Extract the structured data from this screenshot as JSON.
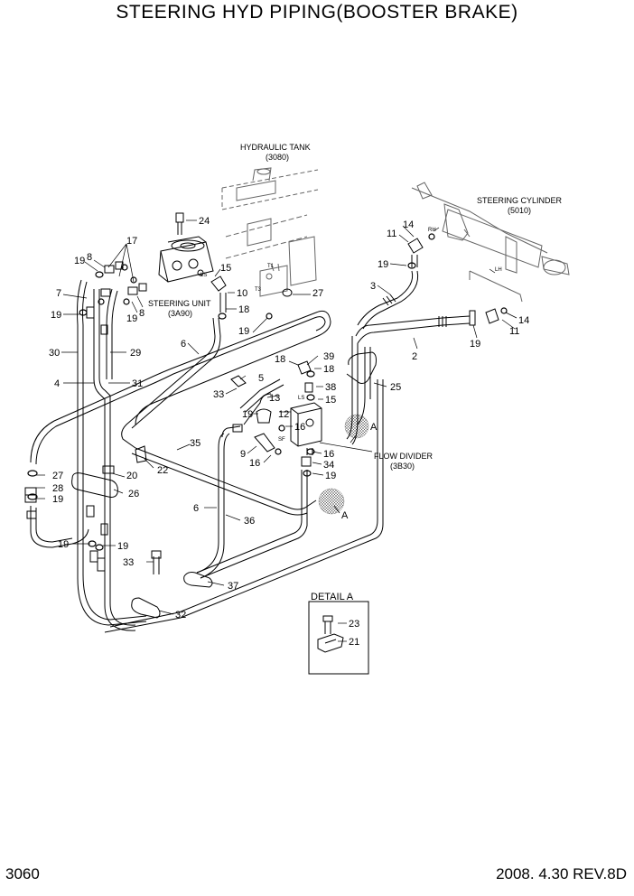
{
  "title": "STEERING HYD PIPING(BOOSTER BRAKE)",
  "page_number": "3060",
  "revision": "2008. 4.30  REV.8D",
  "components": {
    "hydraulic_tank": {
      "name": "HYDRAULIC TANK",
      "code": "(3080)"
    },
    "steering_cylinder": {
      "name": "STEERING CYLINDER",
      "code": "(5010)"
    },
    "steering_unit": {
      "name": "STEERING UNIT",
      "code": "(3A90)"
    },
    "flow_divider": {
      "name": "FLOW DIVIDER",
      "code": "(3B30)"
    },
    "detail": {
      "name": "DETAIL A"
    }
  },
  "port_labels": {
    "rh": "RH",
    "lh": "LH",
    "ls_unit": "LS",
    "ls_divider": "LS",
    "t1": "T1",
    "t3": "T3",
    "sf": "SF"
  },
  "detail_marker": "A",
  "callouts": {
    "c1": "24",
    "c2": "17",
    "c3": "19",
    "c4": "8",
    "c5": "7",
    "c6": "19",
    "c7": "8",
    "c8": "19",
    "c9": "15",
    "c10": "10",
    "c11": "18",
    "c12": "27",
    "c13": "30",
    "c14": "29",
    "c15": "6",
    "c16": "19",
    "c17": "4",
    "c18": "31",
    "c19": "5",
    "c20": "33",
    "c21": "18",
    "c22": "39",
    "c23": "18",
    "c24": "13",
    "c25": "38",
    "c26": "15",
    "c27": "19",
    "c28": "12",
    "c29": "16",
    "c30": "9",
    "c31": "16",
    "c32": "35",
    "c33": "16",
    "c34": "34",
    "c35": "19",
    "c36": "27",
    "c37": "28",
    "c38": "19",
    "c39": "20",
    "c40": "22",
    "c41": "26",
    "c42": "6",
    "c43": "36",
    "c44": "19",
    "c45": "19",
    "c46": "33",
    "c47": "37",
    "c48": "32",
    "c49": "14",
    "c50": "11",
    "c51": "19",
    "c52": "3",
    "c53": "2",
    "c54": "19",
    "c55": "11",
    "c56": "14",
    "c57": "25",
    "c58": "23",
    "c59": "21"
  }
}
